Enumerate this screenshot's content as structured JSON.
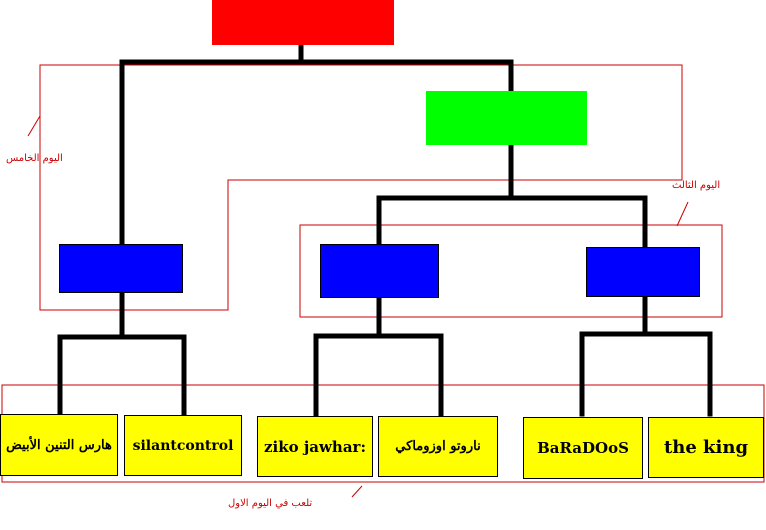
{
  "tree": {
    "players": [
      {
        "name": "هارس التنين الأبيض"
      },
      {
        "name": "silantcontrol"
      },
      {
        "name": "ziko jawhar:"
      },
      {
        "name": "ناروتو اوزوماكي"
      },
      {
        "name": "BaRaDOoS"
      },
      {
        "name": "the king"
      }
    ],
    "labels": {
      "round1": "تلعب في اليوم الاول",
      "round3": "اليوم الثالث",
      "round5": "اليوم الخامس"
    },
    "colors": {
      "final_box": "#ff0000",
      "semifinal_box": "#00ff00",
      "quarter_box": "#0000ff",
      "player_box": "#ffff00",
      "bracket_line": "#000000",
      "annotation": "#cc0000"
    }
  }
}
